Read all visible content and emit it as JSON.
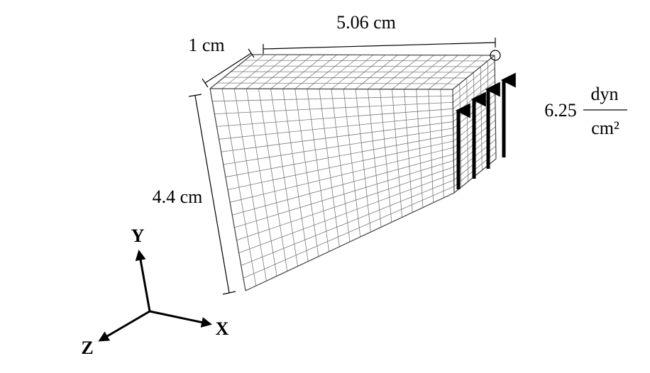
{
  "dimensions": {
    "length": "5.06 cm",
    "thickness": "1 cm",
    "height": "4.4 cm"
  },
  "load": {
    "value": "6.25",
    "unit_numerator": "dyn",
    "unit_denominator": "cm²"
  },
  "axes": {
    "x": "X",
    "y": "Y",
    "z": "Z"
  },
  "mesh": {
    "columns": 20,
    "rows": 16,
    "depth_divisions": 6,
    "line_color": "#7a7a7a",
    "edge_color": "#444444"
  }
}
